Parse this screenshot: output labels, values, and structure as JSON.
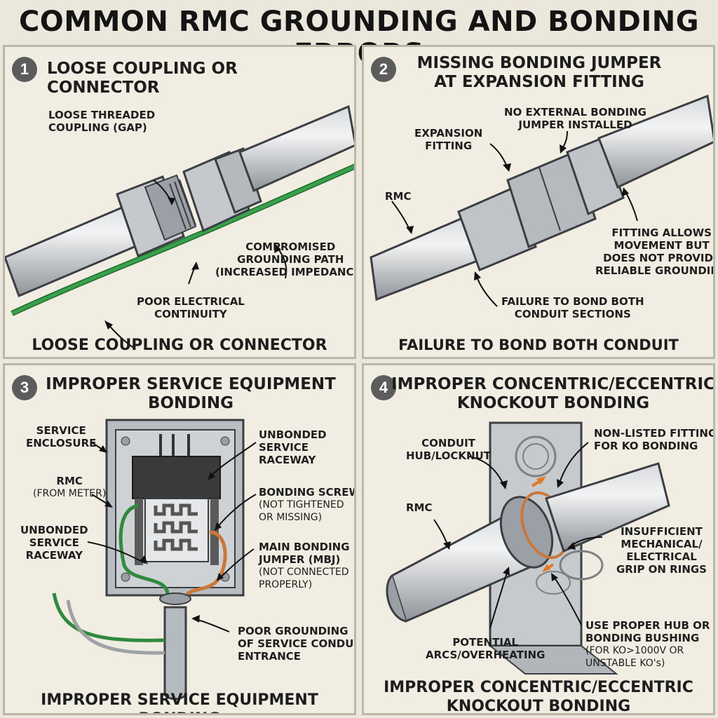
{
  "title": "COMMON RMC GROUNDING AND BONDING ERRORS",
  "panels": [
    {
      "number": "1",
      "title": "LOOSE COUPLING OR CONNECTOR",
      "footer": "LOOSE COUPLING OR CONNECTOR",
      "labels": {
        "loose_coupling": [
          "LOOSE THREADED",
          "COUPLING (GAP)"
        ],
        "compromised": [
          "COMPROMISED",
          "GROUNDING PATH",
          "(INCREASED IMPEDANCE)"
        ],
        "poor_continuity": [
          "POOR ELECTRICAL",
          "CONTINUITY"
        ]
      }
    },
    {
      "number": "2",
      "title": [
        "MISSING BONDING JUMPER",
        "AT EXPANSION FITTING"
      ],
      "footer": "FAILURE TO BOND BOTH CONDUIT SECTIONS",
      "labels": {
        "no_jumper": [
          "NO EXTERNAL BONDING",
          "JUMPER INSTALLED"
        ],
        "expansion": [
          "EXPANSION",
          "FITTING"
        ],
        "rmc": "RMC",
        "allows_movement": [
          "FITTING ALLOWS",
          "MOVEMENT BUT",
          "DOES NOT PROVIDE",
          "RELIABLE GROUNDING"
        ],
        "failure_bond": [
          "FAILURE TO BOND BOTH",
          "CONDUIT SECTIONS"
        ]
      }
    },
    {
      "number": "3",
      "title": [
        "IMPROPER SERVICE EQUIPMENT",
        "BONDING"
      ],
      "footer": "IMPROPER SERVICE EQUIPMENT BONDING",
      "labels": {
        "enclosure": [
          "SERVICE",
          "ENCLOSURE"
        ],
        "rmc": "RMC",
        "rmc_sub": "(FROM METER)",
        "unbonded_left": [
          "UNBONDED",
          "SERVICE",
          "RACEWAY"
        ],
        "unbonded_right": [
          "UNBONDED",
          "SERVICE",
          "RACEWAY"
        ],
        "bonding_screw": "BONDING SCREW",
        "bonding_screw_sub": [
          "(NOT TIGHTENED",
          "OR MISSING)"
        ],
        "mbj": [
          "MAIN BONDING",
          "JUMPER (MBJ)"
        ],
        "mbj_sub": [
          "(NOT CONNECTED",
          "PROPERLY)"
        ],
        "poor_grounding": [
          "POOR GROUNDING",
          "OF SERVICE CONDUIT",
          "ENTRANCE"
        ]
      }
    },
    {
      "number": "4",
      "title": [
        "IMPROPER CONCENTRIC/ECCENTRIC",
        "KNOCKOUT BONDING"
      ],
      "footer": [
        "IMPROPER CONCENTRIC/ECCENTRIC",
        "KNOCKOUT BONDING"
      ],
      "labels": {
        "hub": [
          "CONDUIT",
          "HUB/LOCKNUT"
        ],
        "nonlisted": [
          "NON-LISTED FITTING",
          "FOR KO BONDING"
        ],
        "rmc": "RMC",
        "insufficient": [
          "INSUFFICIENT",
          "MECHANICAL/",
          "ELECTRICAL",
          "GRIP ON RINGS"
        ],
        "arcs": [
          "POTENTIAL",
          "ARCS/OVERHEATING"
        ],
        "proper_hub": [
          "USE PROPER HUB OR",
          "BONDING BUSHING"
        ],
        "proper_hub_sub": [
          "(FOR KO>1000V OR",
          "UNSTABLE KO's)"
        ]
      }
    }
  ],
  "colors": {
    "background": "#ece7dc",
    "conduit": "#b8bcc0",
    "ground_wire": "#2f8a3e",
    "bonding_jumper": "#c9773a",
    "accent_arrow": "#e07a2a"
  }
}
